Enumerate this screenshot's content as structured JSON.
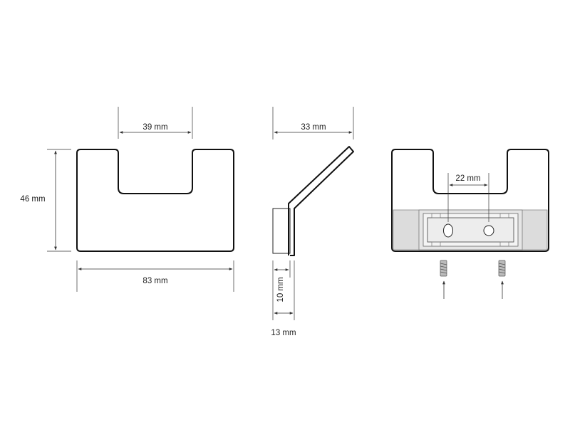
{
  "front_view": {
    "slot_width_label": "39 mm",
    "height_label": "46 mm",
    "width_label": "83 mm"
  },
  "side_view": {
    "depth_label": "33 mm",
    "plate_height_label": "10 mm",
    "plate_depth_label": "13 mm"
  },
  "back_view": {
    "hole_spacing_label": "22 mm"
  },
  "colors": {
    "line": "#111111",
    "mounting_plate": "#dcdcdc",
    "plate_inner": "#f4f4f4"
  }
}
